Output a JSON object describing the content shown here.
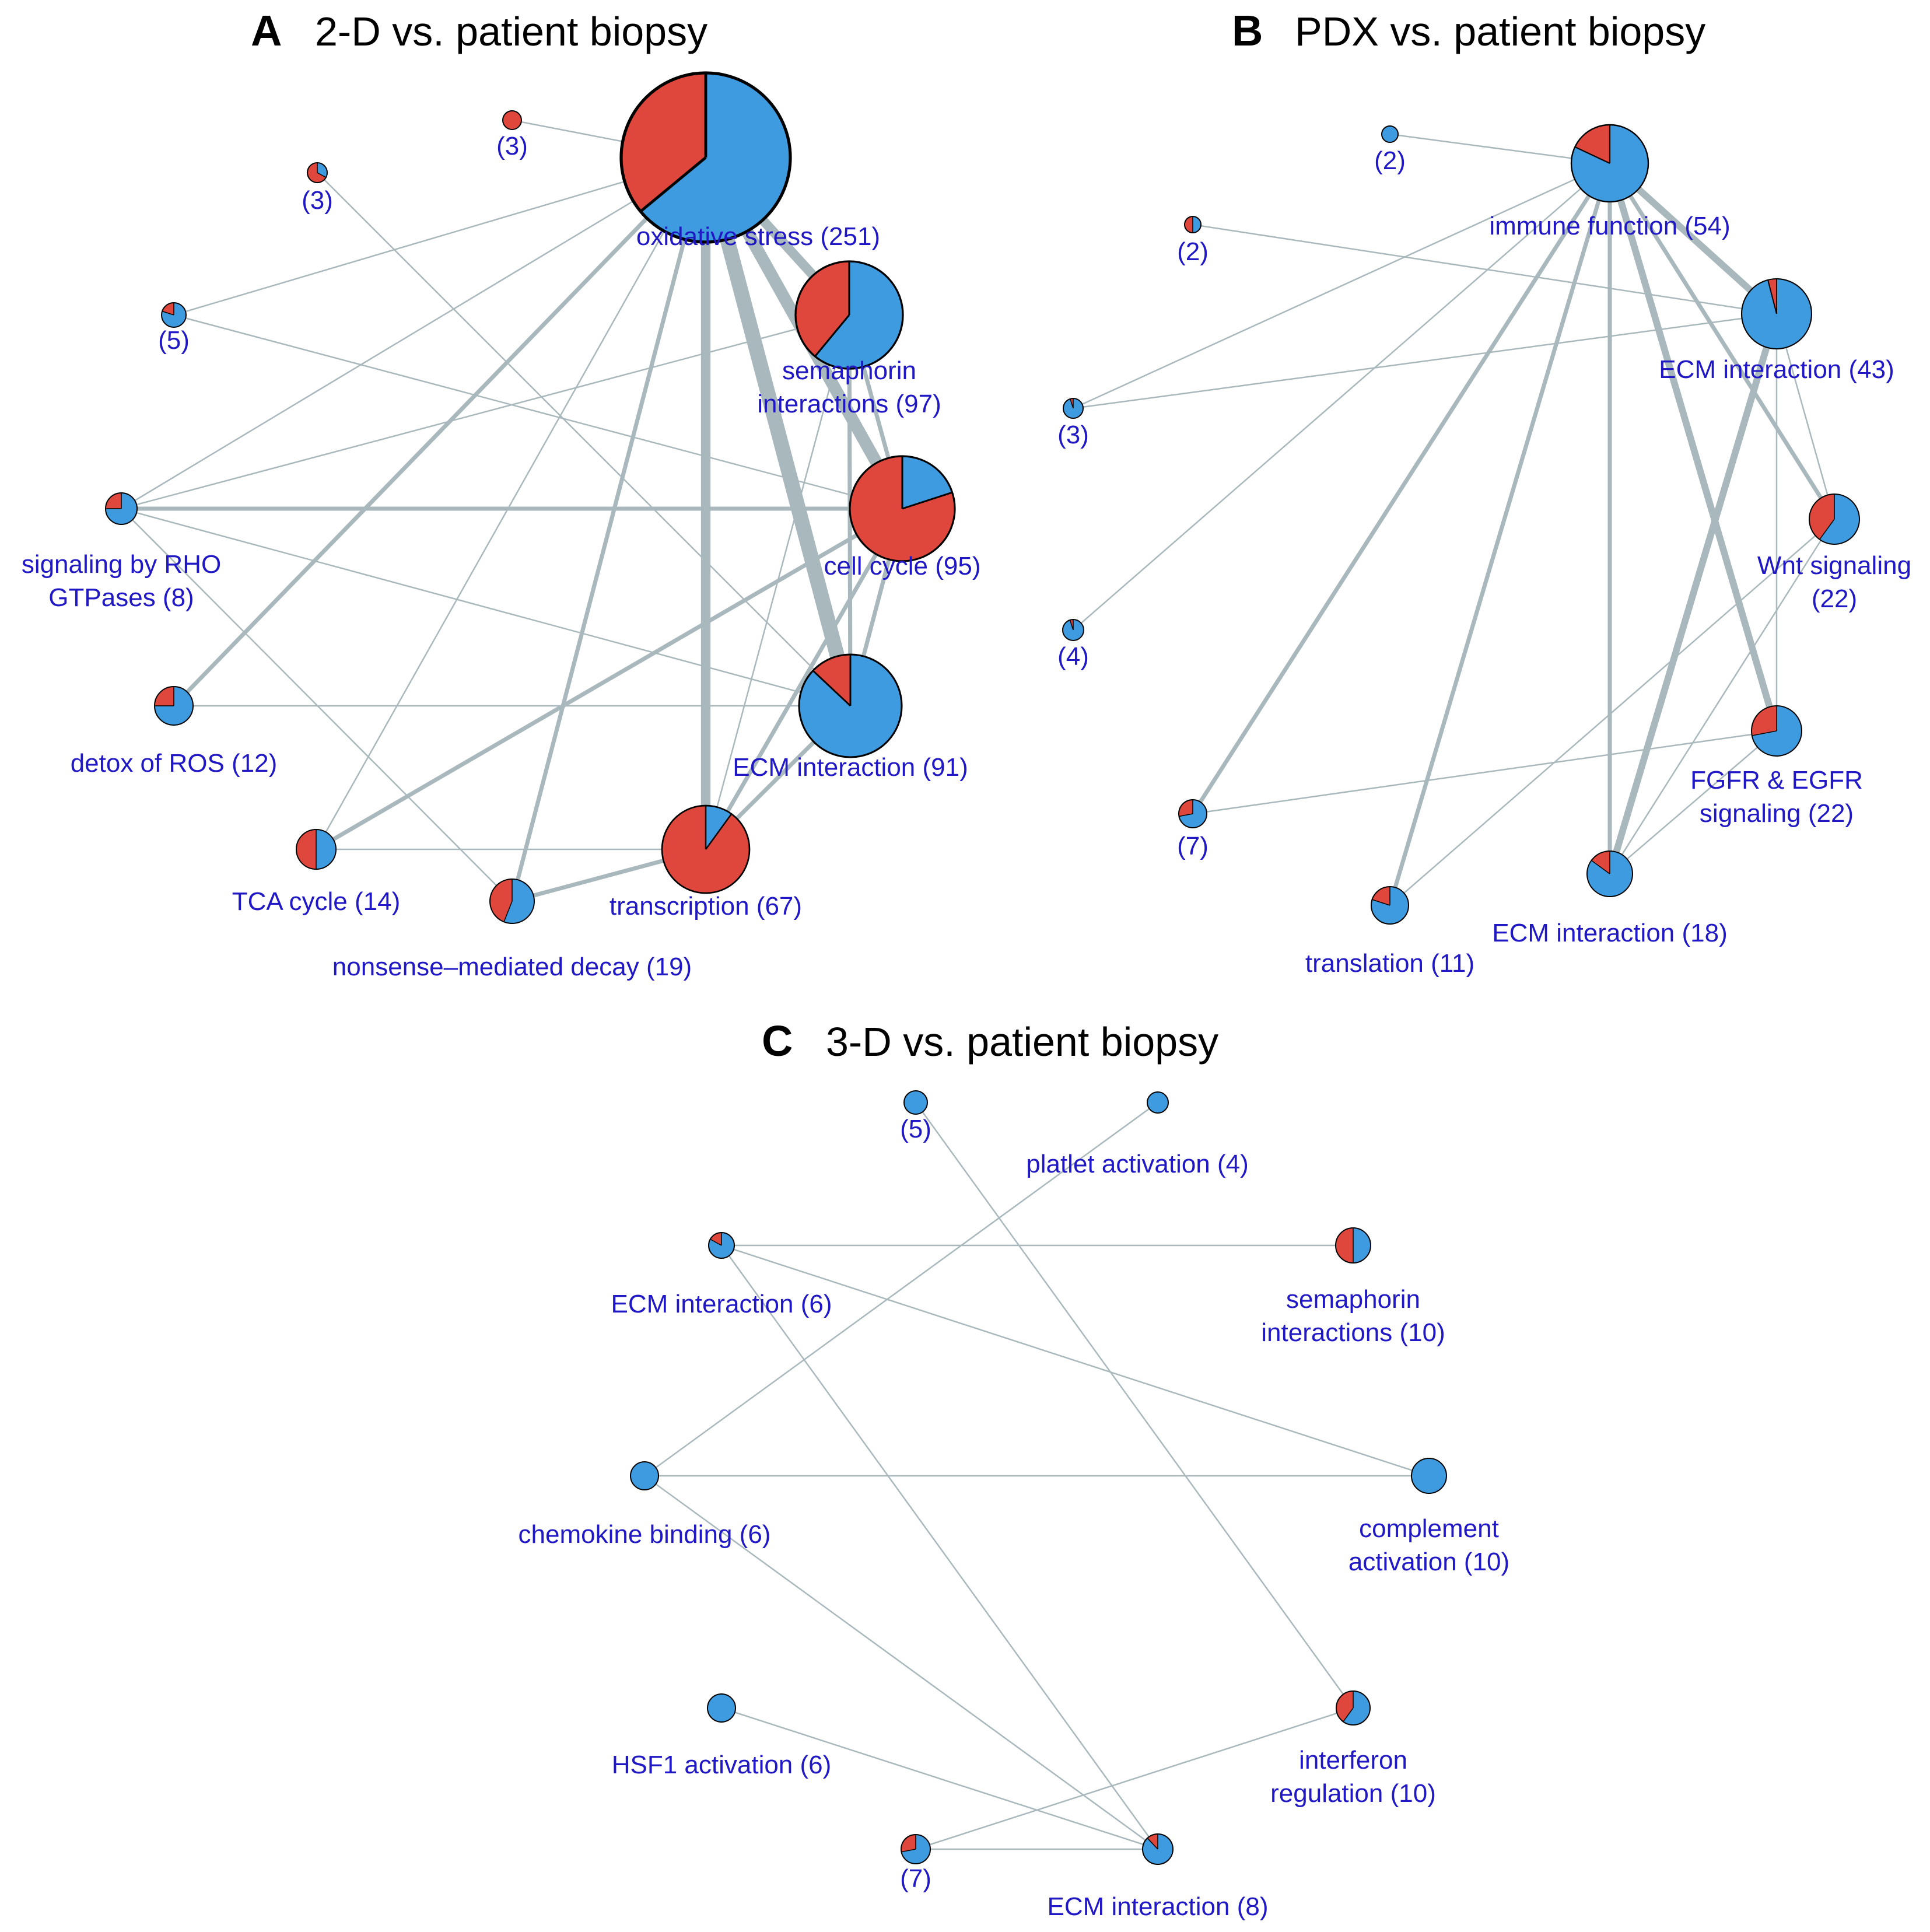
{
  "colors": {
    "slice_a": "#3f9be0",
    "slice_b": "#e0473c",
    "edge": "#a9b8bc",
    "label": "#1f18c4",
    "outline": "#000000"
  },
  "panels": [
    {
      "letter": "A",
      "title": "2-D vs. patient biopsy",
      "nodes": [
        {
          "id": "ox",
          "label": [
            "oxidative stress (251)"
          ],
          "count": 251,
          "blue_fraction": 0.64
        },
        {
          "id": "sema",
          "label": [
            "semaphorin",
            "interactions (97)"
          ],
          "count": 97,
          "blue_fraction": 0.61
        },
        {
          "id": "cc",
          "label": [
            "cell cycle (95)"
          ],
          "count": 95,
          "blue_fraction": 0.2
        },
        {
          "id": "ecm91",
          "label": [
            "ECM interaction (91)"
          ],
          "count": 91,
          "blue_fraction": 0.87
        },
        {
          "id": "tr",
          "label": [
            "transcription (67)"
          ],
          "count": 67,
          "blue_fraction": 0.1
        },
        {
          "id": "nmd",
          "label": [
            "nonsense–mediated decay (19)"
          ],
          "count": 19,
          "blue_fraction": 0.56
        },
        {
          "id": "tca",
          "label": [
            "TCA cycle (14)"
          ],
          "count": 14,
          "blue_fraction": 0.5
        },
        {
          "id": "rox",
          "label": [
            "detox of ROS (12)"
          ],
          "count": 12,
          "blue_fraction": 0.75
        },
        {
          "id": "rho",
          "label": [
            "signaling by RHO",
            "GTPases (8)"
          ],
          "count": 8,
          "blue_fraction": 0.75
        },
        {
          "id": "n5",
          "label": [
            "(5)"
          ],
          "count": 5,
          "blue_fraction": 0.8
        },
        {
          "id": "n3a",
          "label": [
            "(3)"
          ],
          "count": 3,
          "blue_fraction": 0.33
        },
        {
          "id": "n3b",
          "label": [
            "(3)"
          ],
          "count": 3,
          "blue_fraction": 0.0
        }
      ],
      "edges": [
        {
          "from": "ox",
          "to": "sema",
          "weight": 4
        },
        {
          "from": "ox",
          "to": "cc",
          "weight": 5
        },
        {
          "from": "ox",
          "to": "ecm91",
          "weight": 6
        },
        {
          "from": "ox",
          "to": "tr",
          "weight": 4
        },
        {
          "from": "ox",
          "to": "nmd",
          "weight": 2
        },
        {
          "from": "ox",
          "to": "rox",
          "weight": 2
        },
        {
          "from": "ox",
          "to": "n5",
          "weight": 1
        },
        {
          "from": "ox",
          "to": "n3b",
          "weight": 1
        },
        {
          "from": "ox",
          "to": "tca",
          "weight": 1
        },
        {
          "from": "sema",
          "to": "cc",
          "weight": 2
        },
        {
          "from": "sema",
          "to": "ecm91",
          "weight": 2
        },
        {
          "from": "sema",
          "to": "rho",
          "weight": 1
        },
        {
          "from": "sema",
          "to": "tr",
          "weight": 1
        },
        {
          "from": "cc",
          "to": "ecm91",
          "weight": 2
        },
        {
          "from": "cc",
          "to": "tr",
          "weight": 2
        },
        {
          "from": "cc",
          "to": "rho",
          "weight": 2
        },
        {
          "from": "cc",
          "to": "tca",
          "weight": 2
        },
        {
          "from": "cc",
          "to": "n5",
          "weight": 1
        },
        {
          "from": "ecm91",
          "to": "tr",
          "weight": 2
        },
        {
          "from": "ecm91",
          "to": "rho",
          "weight": 1
        },
        {
          "from": "ecm91",
          "to": "n3a",
          "weight": 1
        },
        {
          "from": "ecm91",
          "to": "rox",
          "weight": 1
        },
        {
          "from": "tr",
          "to": "nmd",
          "weight": 2
        },
        {
          "from": "tr",
          "to": "tca",
          "weight": 1
        },
        {
          "from": "rho",
          "to": "ox",
          "weight": 1
        },
        {
          "from": "nmd",
          "to": "rho",
          "weight": 1
        }
      ]
    },
    {
      "letter": "B",
      "title": "PDX vs. patient biopsy",
      "nodes": [
        {
          "id": "imm",
          "label": [
            "immune function (54)"
          ],
          "count": 54,
          "blue_fraction": 0.82
        },
        {
          "id": "ecm43",
          "label": [
            "ECM interaction (43)"
          ],
          "count": 43,
          "blue_fraction": 0.96
        },
        {
          "id": "wnt",
          "label": [
            "Wnt signaling",
            "(22)"
          ],
          "count": 22,
          "blue_fraction": 0.6
        },
        {
          "id": "fgfr",
          "label": [
            "FGFR & EGFR",
            "signaling (22)"
          ],
          "count": 22,
          "blue_fraction": 0.72
        },
        {
          "id": "ecm18",
          "label": [
            "ECM interaction (18)"
          ],
          "count": 18,
          "blue_fraction": 0.85
        },
        {
          "id": "trl",
          "label": [
            "translation (11)"
          ],
          "count": 11,
          "blue_fraction": 0.8
        },
        {
          "id": "b7",
          "label": [
            "(7)"
          ],
          "count": 7,
          "blue_fraction": 0.72
        },
        {
          "id": "b4",
          "label": [
            "(4)"
          ],
          "count": 4,
          "blue_fraction": 0.95
        },
        {
          "id": "b3",
          "label": [
            "(3)"
          ],
          "count": 3,
          "blue_fraction": 0.95
        },
        {
          "id": "b2a",
          "label": [
            "(2)"
          ],
          "count": 2,
          "blue_fraction": 0.5
        },
        {
          "id": "b2b",
          "label": [
            "(2)"
          ],
          "count": 2,
          "blue_fraction": 1.0
        }
      ],
      "edges": [
        {
          "from": "imm",
          "to": "ecm43",
          "weight": 3
        },
        {
          "from": "imm",
          "to": "wnt",
          "weight": 2
        },
        {
          "from": "imm",
          "to": "fgfr",
          "weight": 3
        },
        {
          "from": "imm",
          "to": "ecm18",
          "weight": 2
        },
        {
          "from": "imm",
          "to": "trl",
          "weight": 2
        },
        {
          "from": "imm",
          "to": "b7",
          "weight": 2
        },
        {
          "from": "imm",
          "to": "b4",
          "weight": 1
        },
        {
          "from": "imm",
          "to": "b3",
          "weight": 1
        },
        {
          "from": "imm",
          "to": "b2b",
          "weight": 1
        },
        {
          "from": "ecm43",
          "to": "wnt",
          "weight": 1
        },
        {
          "from": "ecm43",
          "to": "fgfr",
          "weight": 1
        },
        {
          "from": "ecm43",
          "to": "ecm18",
          "weight": 3
        },
        {
          "from": "ecm43",
          "to": "b3",
          "weight": 1
        },
        {
          "from": "ecm43",
          "to": "b2a",
          "weight": 1
        },
        {
          "from": "wnt",
          "to": "ecm18",
          "weight": 1
        },
        {
          "from": "wnt",
          "to": "trl",
          "weight": 1
        },
        {
          "from": "fgfr",
          "to": "b7",
          "weight": 1
        },
        {
          "from": "fgfr",
          "to": "ecm18",
          "weight": 1
        }
      ]
    },
    {
      "letter": "C",
      "title": "3-D vs. patient biopsy",
      "nodes": [
        {
          "id": "c5",
          "label": [
            "(5)"
          ],
          "count": 5,
          "blue_fraction": 1.0
        },
        {
          "id": "plt",
          "label": [
            "platlet activation (4)"
          ],
          "count": 4,
          "blue_fraction": 1.0
        },
        {
          "id": "ecm6",
          "label": [
            "ECM interaction (6)"
          ],
          "count": 6,
          "blue_fraction": 0.83
        },
        {
          "id": "sema10",
          "label": [
            "semaphorin",
            "interactions  (10)"
          ],
          "count": 10,
          "blue_fraction": 0.5
        },
        {
          "id": "chem",
          "label": [
            "chemokine binding (6)"
          ],
          "count": 6,
          "blue_fraction": 1.0
        },
        {
          "id": "comp",
          "label": [
            "complement",
            "activation (10)"
          ],
          "count": 10,
          "blue_fraction": 1.0
        },
        {
          "id": "hsf",
          "label": [
            "HSF1 activation (6)"
          ],
          "count": 6,
          "blue_fraction": 1.0
        },
        {
          "id": "ifn",
          "label": [
            "interferon",
            "regulation (10)"
          ],
          "count": 10,
          "blue_fraction": 0.6
        },
        {
          "id": "c7",
          "label": [
            "(7)"
          ],
          "count": 7,
          "blue_fraction": 0.72
        },
        {
          "id": "ecm8",
          "label": [
            "ECM interaction (8)"
          ],
          "count": 8,
          "blue_fraction": 0.88
        }
      ],
      "edges": [
        {
          "from": "ecm6",
          "to": "sema10",
          "weight": 1
        },
        {
          "from": "ecm6",
          "to": "comp",
          "weight": 1
        },
        {
          "from": "ecm6",
          "to": "ecm8",
          "weight": 1
        },
        {
          "from": "c5",
          "to": "ifn",
          "weight": 1
        },
        {
          "from": "chem",
          "to": "plt",
          "weight": 1
        },
        {
          "from": "chem",
          "to": "comp",
          "weight": 1
        },
        {
          "from": "chem",
          "to": "ecm8",
          "weight": 1
        },
        {
          "from": "hsf",
          "to": "ecm8",
          "weight": 1
        },
        {
          "from": "c7",
          "to": "ecm8",
          "weight": 1
        },
        {
          "from": "c7",
          "to": "ifn",
          "weight": 1
        }
      ]
    }
  ]
}
